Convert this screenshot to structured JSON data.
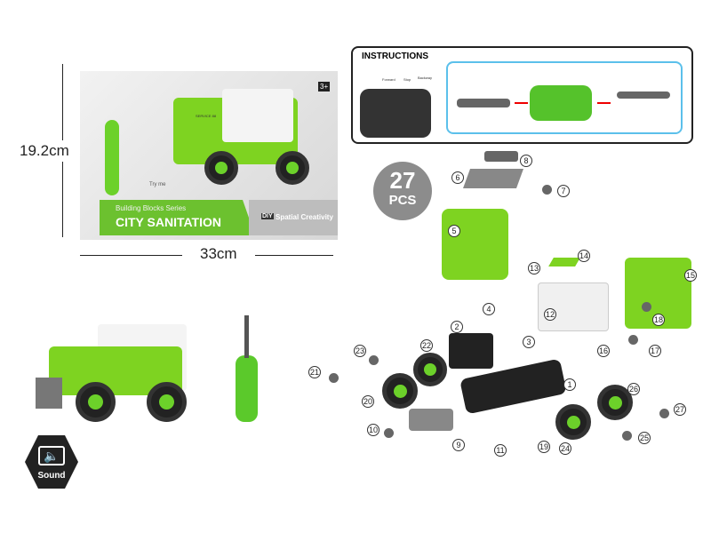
{
  "dimensions": {
    "height": "19.2cm",
    "width": "33cm"
  },
  "package": {
    "series": "Building Blocks Series",
    "title": "CITY SANITATION",
    "brand_badge": "DIY",
    "brand": "Spatial Creativity",
    "age": "3+",
    "try_me": "Try me",
    "truck_text": "SERVICE 88"
  },
  "instructions": {
    "title": "INSTRUCTIONS",
    "forward": "Forward",
    "stop": "Stop",
    "backway": "Backway"
  },
  "pieces": {
    "count": "27",
    "unit": "PCS"
  },
  "sound": {
    "label": "Sound",
    "icon": "speaker-icon"
  },
  "parts": [
    "1",
    "2",
    "3",
    "4",
    "5",
    "6",
    "7",
    "8",
    "9",
    "10",
    "11",
    "12",
    "13",
    "14",
    "15",
    "16",
    "17",
    "18",
    "19",
    "20",
    "21",
    "22",
    "23",
    "24",
    "25",
    "26",
    "27"
  ],
  "colors": {
    "accent": "#7ed321",
    "dark": "#222222",
    "pcs_badge": "#8c8c8c",
    "instructions_border": "#5bc0eb"
  }
}
